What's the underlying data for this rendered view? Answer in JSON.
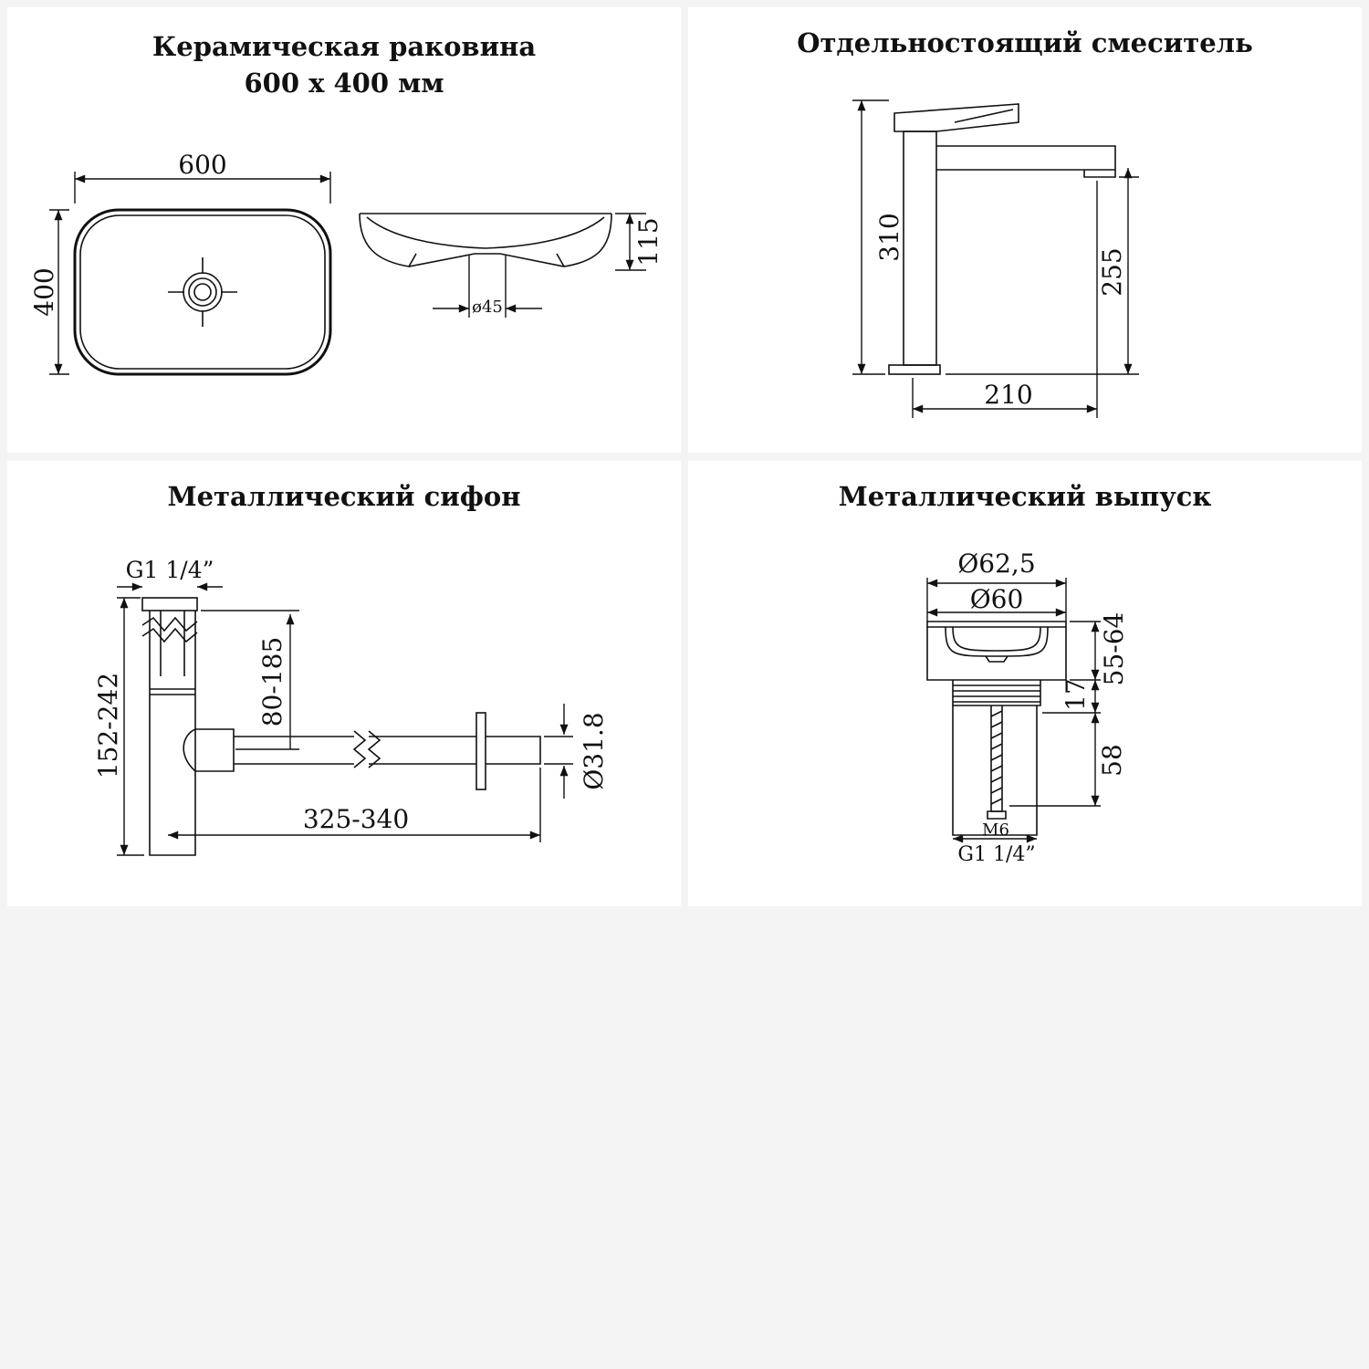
{
  "panels": {
    "sink": {
      "title_line1": "Керамическая раковина",
      "title_line2": "600 x 400 мм",
      "dim_width": "600",
      "dim_depth": "400",
      "dim_height": "115",
      "dim_drain": "ø45"
    },
    "faucet": {
      "title": "Отдельностоящий смеситель",
      "dim_height": "310",
      "dim_spout_height": "255",
      "dim_reach": "210"
    },
    "siphon": {
      "title": "Металлический сифон",
      "dim_thread": "G1 1/4”",
      "dim_adjust": "80-185",
      "dim_height": "152-242",
      "dim_length": "325-340",
      "dim_diameter": "Ø31.8"
    },
    "drain": {
      "title": "Металлический выпуск",
      "dim_outer": "Ø62,5",
      "dim_inner": "Ø60",
      "dim_range": "55-64",
      "dim_17": "17",
      "dim_58": "58",
      "dim_m6": "M6",
      "dim_thread": "G1 1/4”"
    }
  }
}
